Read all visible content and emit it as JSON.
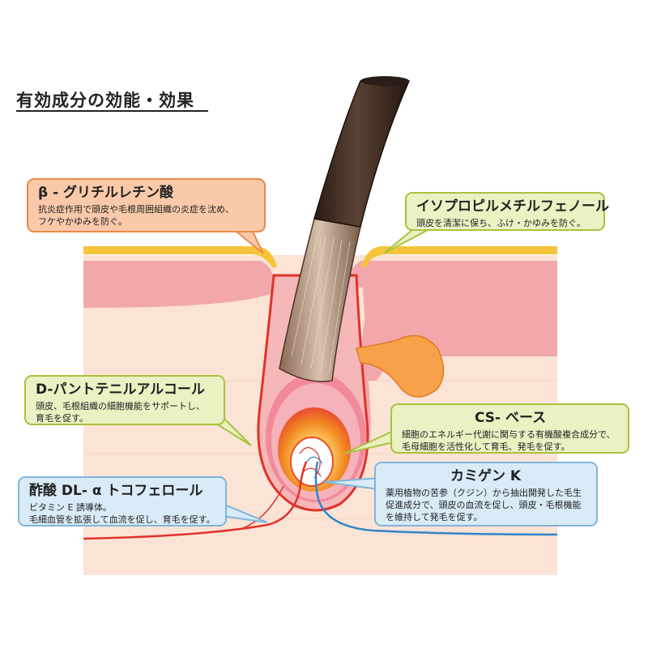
{
  "title": "有効成分の効能・効果",
  "ingredients": [
    {
      "name": "β - グリチルレチン酸",
      "desc": "抗炎症作用で頭皮や毛根周囲組織の炎症を沈め、\nフケやかゆみを防ぐ。",
      "color": "#f9c9a9"
    },
    {
      "name": "イソプロピルメチルフェノール",
      "desc": "頭皮を清潔に保ち、ふけ・かゆみを防ぐ。",
      "color": "#eaf1c3"
    },
    {
      "name": "D-パントテニルアルコール",
      "desc": "頭皮、毛根組織の細胞機能をサポートし、\n育毛を促す。",
      "color": "#eaf1c3"
    },
    {
      "name": "CS- ベース",
      "desc": "細胞のエネルギー代謝に関与する有機酸複合成分で、\n毛母細胞を活性化して育毛、発毛を促す。",
      "color": "#eaf1c3"
    },
    {
      "name": "酢酸 DL- α トコフェロール",
      "desc": "ビタミン E 誘導体。\n毛細血管を拡張して血流を促し、育毛を促す。",
      "color": "#d9ebf7"
    },
    {
      "name": "カミゲン K",
      "desc": "薬用植物の苦参（クジン）から抽出開発した毛生\n促進成分で、頭皮の血流を促し、頭皮・毛根機能\nを維持して発毛を促す。",
      "color": "#d9ebf7"
    }
  ],
  "colors": {
    "skin_surface": "#f6c43a",
    "epidermis": "#f2a7aa",
    "dermis": "#fbe3d6",
    "hair": "#3b2a22",
    "artery": "#e0322a",
    "vein": "#2f86c9",
    "sebaceous_gland": "#f7a14a"
  }
}
